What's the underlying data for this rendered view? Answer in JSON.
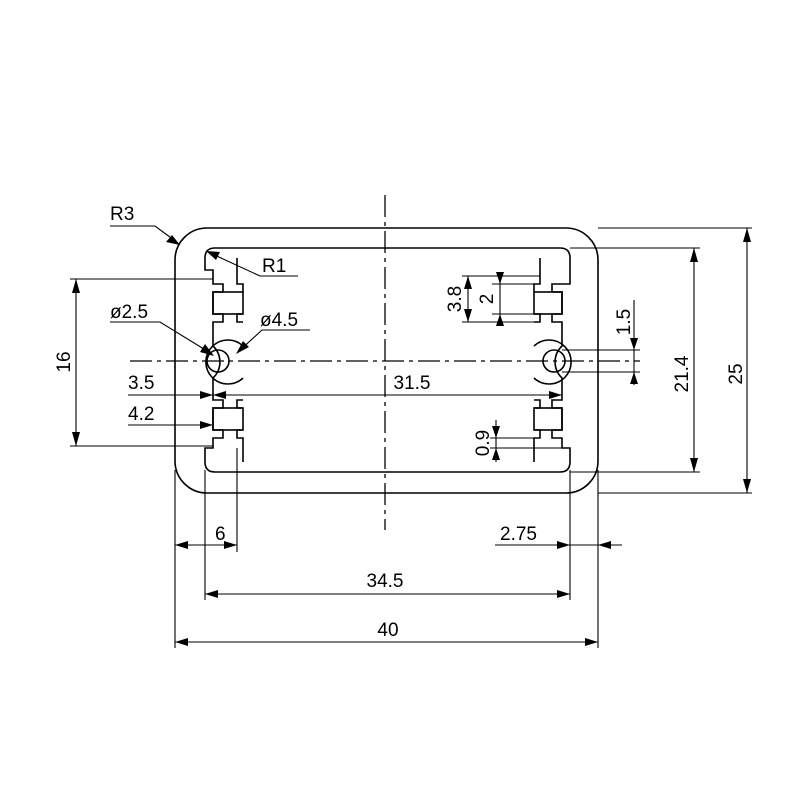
{
  "drawing": {
    "labels": {
      "r3": "R3",
      "r1": "R1",
      "dia_2_5": "ø2.5",
      "dia_4_5": "ø4.5",
      "d16": "16",
      "d3_5": "3.5",
      "d31_5": "31.5",
      "d4_2": "4.2",
      "d3_8": "3.8",
      "d2": "2",
      "d1_5": "1.5",
      "d21_4": "21.4",
      "d25": "25",
      "d0_9": "0.9",
      "d6": "6",
      "d2_75": "2.75",
      "d34_5": "34.5",
      "d40": "40"
    }
  }
}
